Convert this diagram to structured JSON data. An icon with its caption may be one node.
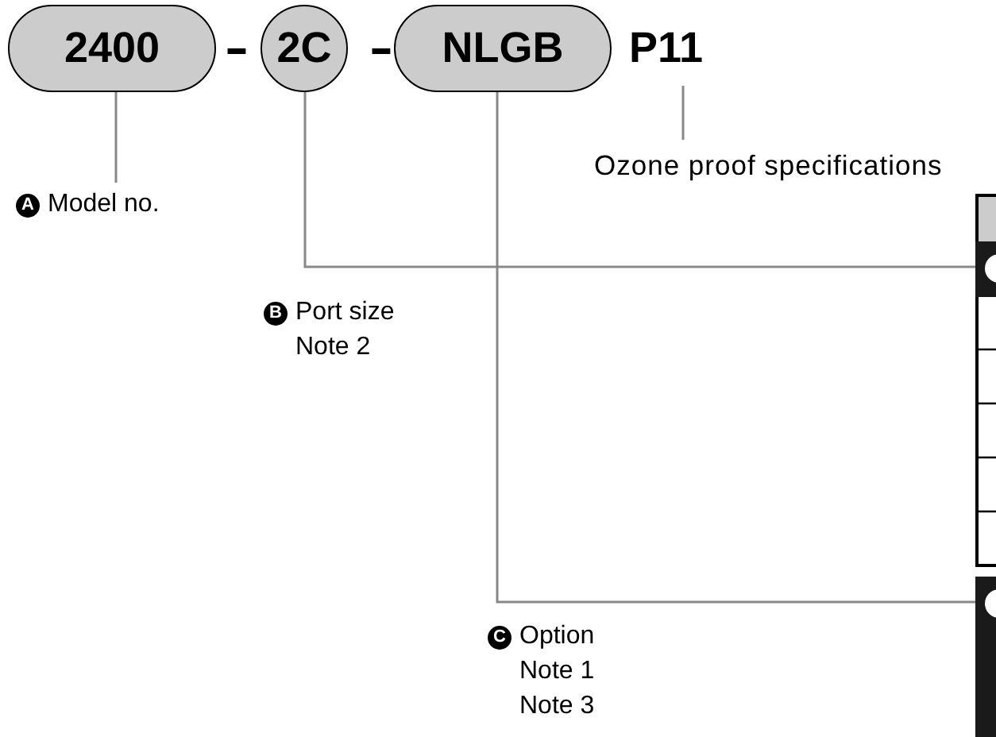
{
  "diagram": {
    "nodes": [
      {
        "text": [
          "2400"
        ]
      },
      {
        "text": [
          "2C"
        ]
      },
      {
        "text": [
          "NLGB"
        ]
      },
      {
        "text": [
          "P11"
        ]
      },
      {
        "text": [
          "Ozone proof specifications"
        ]
      },
      {
        "text": [
          "A",
          "Model no."
        ]
      },
      {
        "text": [
          "B",
          "Port size Note 2"
        ]
      },
      {
        "text": [
          "C",
          "Option Note 1 Note 3"
        ]
      },
      {
        "text": [],
        "shape": "box"
      },
      {
        "text": [],
        "shape": "box"
      }
    ],
    "edges": [
      {
        "from": 0,
        "to": 5,
        "arrow": "none"
      },
      {
        "from": 1,
        "to": 8,
        "arrow": "none"
      },
      {
        "from": 2,
        "to": 9,
        "arrow": "none"
      },
      {
        "from": 3,
        "to": 4,
        "arrow": "none"
      }
    ],
    "labels": [
      "-",
      "-"
    ]
  }
}
